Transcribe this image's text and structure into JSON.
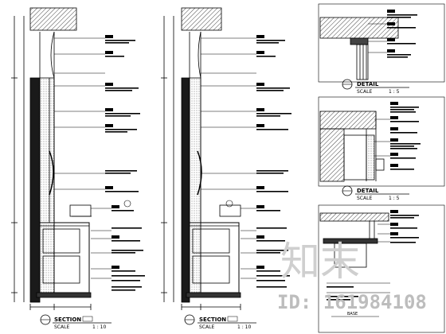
{
  "drawing": {
    "section_a": {
      "title": "SECTION",
      "scale_label": "SCALE",
      "ratio": "1 : 10"
    },
    "section_b": {
      "title": "SECTION",
      "scale_label": "SCALE",
      "ratio": "1 : 10"
    },
    "detail_1": {
      "title": "DETAIL",
      "scale_label": "SCALE",
      "ratio": "1 : 5"
    },
    "detail_2": {
      "title": "DETAIL",
      "scale_label": "SCALE",
      "ratio": "1 : 5"
    },
    "detail_3": {
      "title": "BASE"
    }
  },
  "watermark": {
    "text": "知末",
    "id_text": "ID: 161984108"
  },
  "colors": {
    "line": "#000000",
    "hatch": "#555555",
    "fill_dark": "#222222",
    "watermark": "#c8c8c8"
  }
}
